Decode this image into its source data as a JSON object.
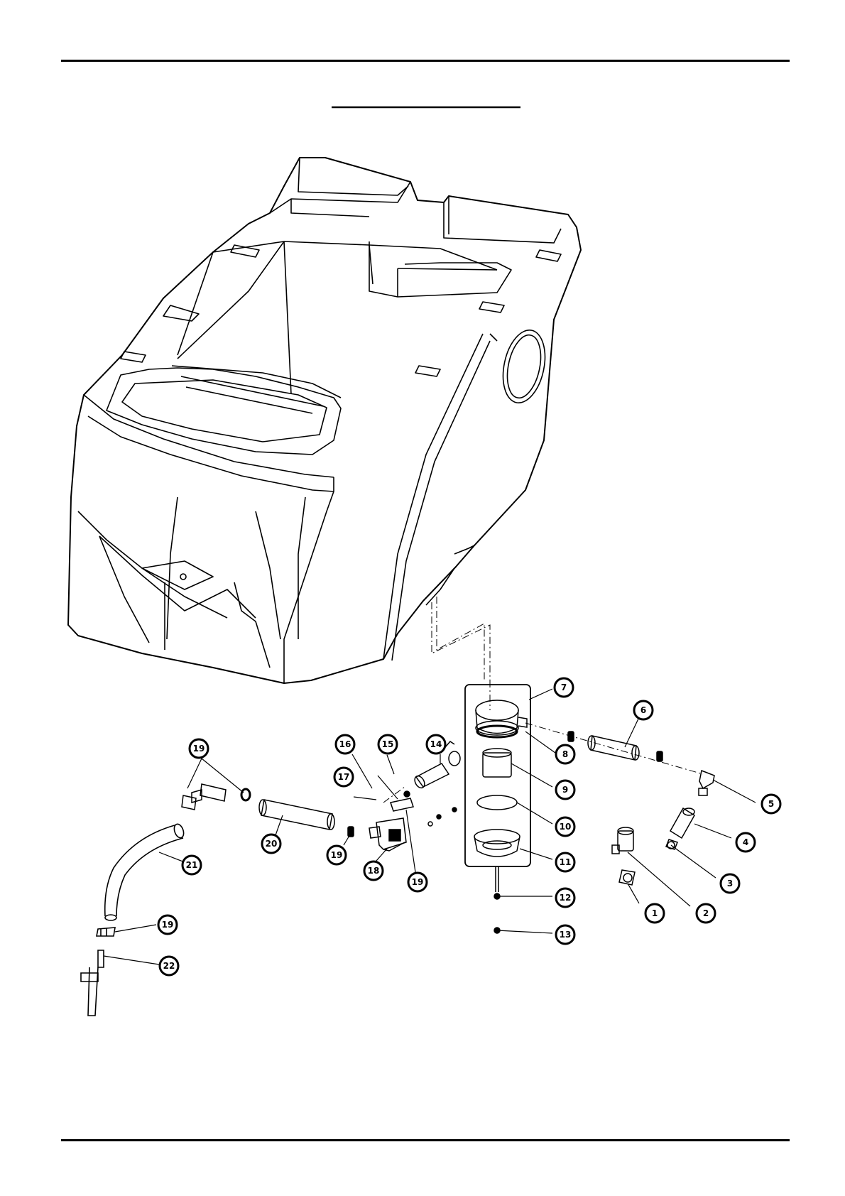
{
  "page": {
    "title": ""
  },
  "diagram": {
    "callouts": [
      {
        "id": "c1",
        "label": "1"
      },
      {
        "id": "c2",
        "label": "2"
      },
      {
        "id": "c3",
        "label": "3"
      },
      {
        "id": "c4",
        "label": "4"
      },
      {
        "id": "c5",
        "label": "5"
      },
      {
        "id": "c6",
        "label": "6"
      },
      {
        "id": "c7",
        "label": "7"
      },
      {
        "id": "c8",
        "label": "8"
      },
      {
        "id": "c9",
        "label": "9"
      },
      {
        "id": "c10",
        "label": "10"
      },
      {
        "id": "c11",
        "label": "11"
      },
      {
        "id": "c12",
        "label": "12"
      },
      {
        "id": "c13",
        "label": "13"
      },
      {
        "id": "c14",
        "label": "14"
      },
      {
        "id": "c15",
        "label": "15"
      },
      {
        "id": "c16",
        "label": "16"
      },
      {
        "id": "c17",
        "label": "17"
      },
      {
        "id": "c18",
        "label": "18"
      },
      {
        "id": "c19a",
        "label": "19"
      },
      {
        "id": "c19b",
        "label": "19"
      },
      {
        "id": "c19c",
        "label": "19"
      },
      {
        "id": "c19d",
        "label": "19"
      },
      {
        "id": "c20",
        "label": "20"
      },
      {
        "id": "c21",
        "label": "21"
      },
      {
        "id": "c22",
        "label": "22"
      }
    ]
  }
}
